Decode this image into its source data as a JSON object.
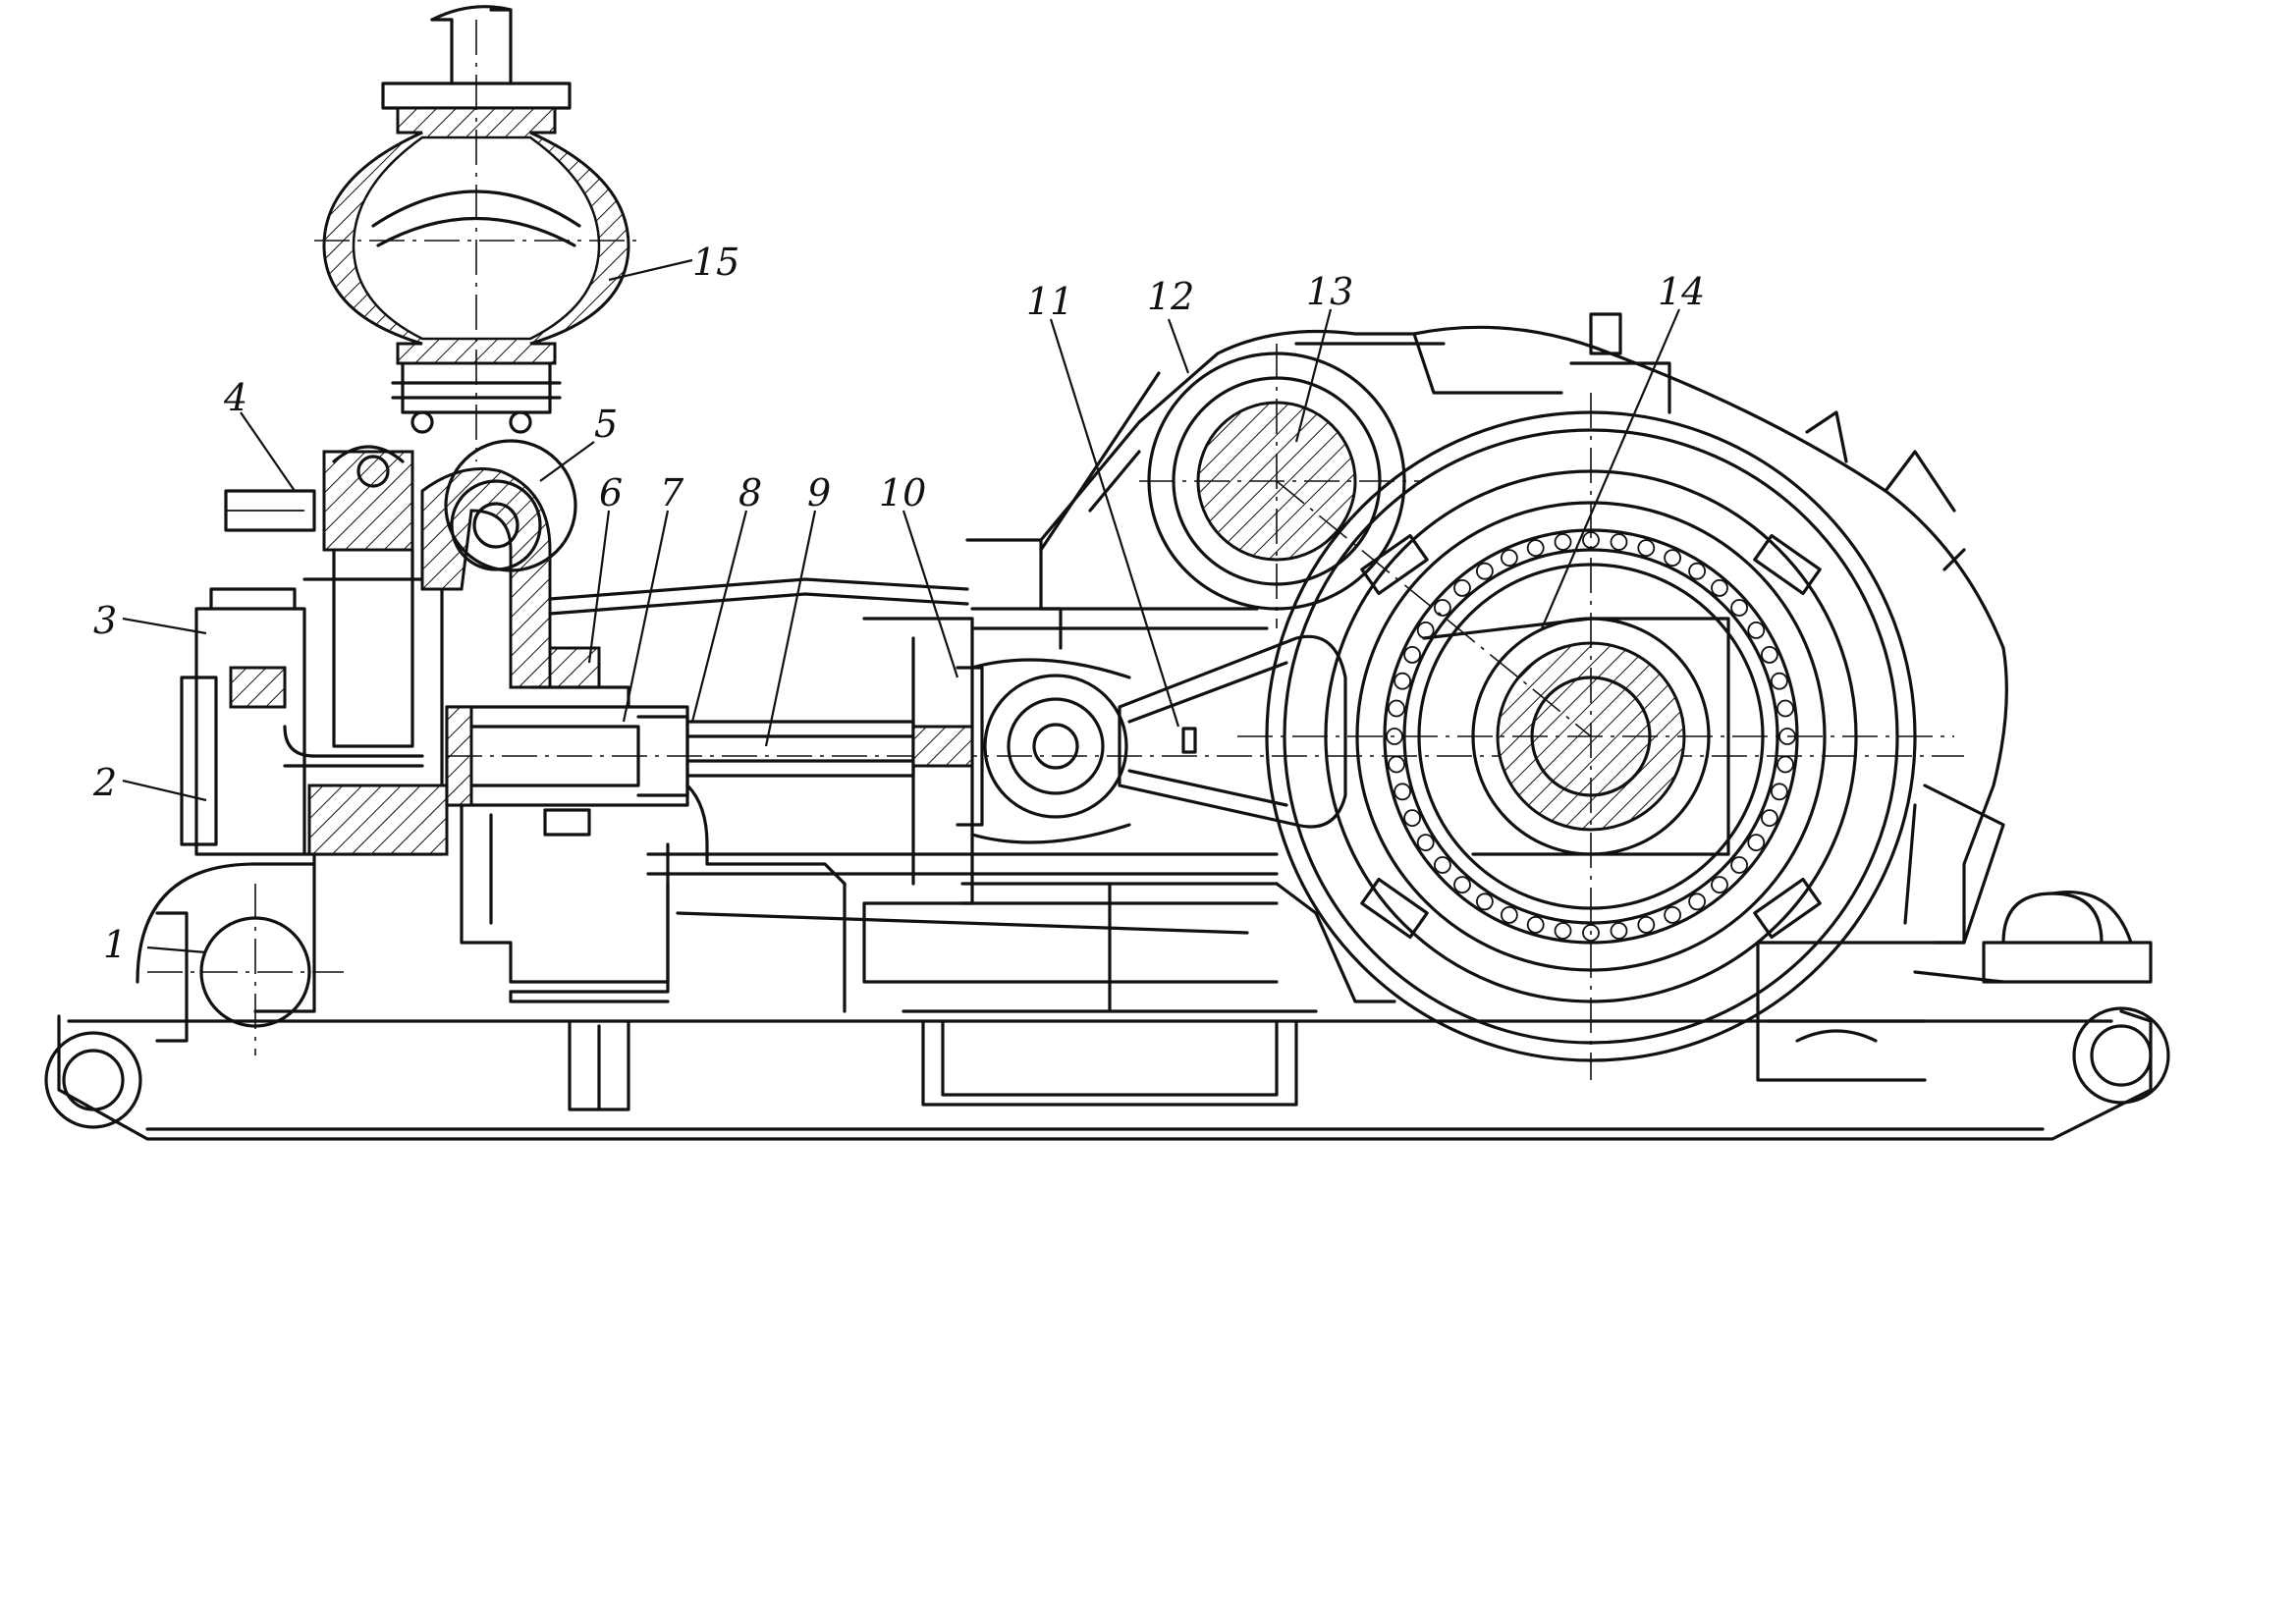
{
  "callouts": [
    {
      "id": "c1",
      "label": "1"
    },
    {
      "id": "c2",
      "label": "2"
    },
    {
      "id": "c3",
      "label": "3"
    },
    {
      "id": "c4",
      "label": "4"
    },
    {
      "id": "c5",
      "label": "5"
    },
    {
      "id": "c6",
      "label": "6"
    },
    {
      "id": "c7",
      "label": "7"
    },
    {
      "id": "c8",
      "label": "8"
    },
    {
      "id": "c9",
      "label": "9"
    },
    {
      "id": "c10",
      "label": "10"
    },
    {
      "id": "c11",
      "label": "11"
    },
    {
      "id": "c12",
      "label": "12"
    },
    {
      "id": "c13",
      "label": "13"
    },
    {
      "id": "c14",
      "label": "14"
    },
    {
      "id": "c15",
      "label": "15"
    }
  ],
  "style": {
    "ink": "#111111",
    "paper": "#ffffff"
  }
}
